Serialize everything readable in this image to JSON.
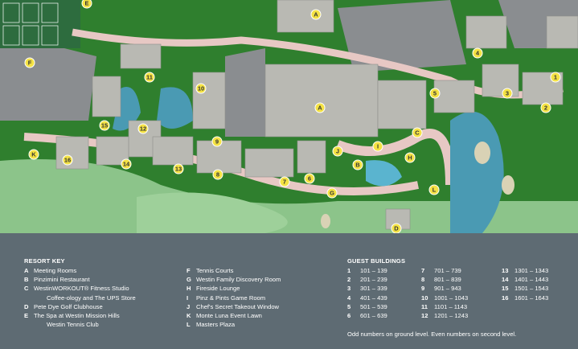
{
  "colors": {
    "lawn": "#2f7f2e",
    "golf_green": "#8cc48a",
    "path": "#e7c8c4",
    "parking": "#8a8d90",
    "building_roof": "#b9b9b3",
    "water": "#4a9ab3",
    "tennis": "#2d6c3e",
    "marker": "#f4e244",
    "key_panel": "#5e6b73"
  },
  "map": {
    "markers": [
      {
        "id": "A",
        "label": "A"
      },
      {
        "id": "A2",
        "label": "A"
      },
      {
        "id": "B",
        "label": "B"
      },
      {
        "id": "C",
        "label": "C"
      },
      {
        "id": "D",
        "label": "D"
      },
      {
        "id": "E",
        "label": "E"
      },
      {
        "id": "F",
        "label": "F"
      },
      {
        "id": "G",
        "label": "G"
      },
      {
        "id": "H",
        "label": "H"
      },
      {
        "id": "I",
        "label": "I"
      },
      {
        "id": "J",
        "label": "J"
      },
      {
        "id": "K",
        "label": "K"
      },
      {
        "id": "L",
        "label": "L"
      },
      {
        "id": "b1",
        "label": "1"
      },
      {
        "id": "b2",
        "label": "2"
      },
      {
        "id": "b3",
        "label": "3"
      },
      {
        "id": "b4",
        "label": "4"
      },
      {
        "id": "b5",
        "label": "5"
      },
      {
        "id": "b6",
        "label": "6"
      },
      {
        "id": "b7",
        "label": "7"
      },
      {
        "id": "b8",
        "label": "8"
      },
      {
        "id": "b9",
        "label": "9"
      },
      {
        "id": "b10",
        "label": "10"
      },
      {
        "id": "b11",
        "label": "11"
      },
      {
        "id": "b12",
        "label": "12"
      },
      {
        "id": "b13",
        "label": "13"
      },
      {
        "id": "b14",
        "label": "14"
      },
      {
        "id": "b15",
        "label": "15"
      },
      {
        "id": "b16",
        "label": "16"
      }
    ]
  },
  "legend": {
    "resort_key_title": "RESORT KEY",
    "resort_key": [
      {
        "key": "A",
        "label": "Meeting Rooms"
      },
      {
        "key": "B",
        "label": "Pinzimini Restaurant"
      },
      {
        "key": "C",
        "label": "WestinWORKOUT® Fitness Studio"
      },
      {
        "key": "",
        "label": "Coffee-ology and The UPS Store"
      },
      {
        "key": "D",
        "label": "Pete Dye Golf Clubhouse"
      },
      {
        "key": "E",
        "label": "The Spa at Westin Mission Hills"
      },
      {
        "key": "",
        "label": "Westin Tennis Club"
      }
    ],
    "resort_key_2": [
      {
        "key": "F",
        "label": "Tennis Courts"
      },
      {
        "key": "G",
        "label": "Westin Family Discovery Room"
      },
      {
        "key": "H",
        "label": "Fireside Lounge"
      },
      {
        "key": "I",
        "label": "Pinz & Pints Game Room"
      },
      {
        "key": "J",
        "label": "Chef's Secret Takeout Window"
      },
      {
        "key": "K",
        "label": "Monte Luna Event Lawn"
      },
      {
        "key": "L",
        "label": "Masters  Plaza"
      }
    ],
    "guest_title": "GUEST BUILDINGS",
    "guest_buildings": [
      {
        "num": "1",
        "range": "101 – 139"
      },
      {
        "num": "2",
        "range": "201 – 239"
      },
      {
        "num": "3",
        "range": "301 – 339"
      },
      {
        "num": "4",
        "range": "401 – 439"
      },
      {
        "num": "5",
        "range": "501 – 539"
      },
      {
        "num": "6",
        "range": "601 – 639"
      },
      {
        "num": "7",
        "range": "701 – 739"
      },
      {
        "num": "8",
        "range": "801 – 839"
      },
      {
        "num": "9",
        "range": "901 – 943"
      },
      {
        "num": "10",
        "range": "1001 – 1043"
      },
      {
        "num": "11",
        "range": "1101 – 1143"
      },
      {
        "num": "12",
        "range": "1201 – 1243"
      },
      {
        "num": "13",
        "range": "1301 – 1343"
      },
      {
        "num": "14",
        "range": "1401 – 1443"
      },
      {
        "num": "15",
        "range": "1501 – 1543"
      },
      {
        "num": "16",
        "range": "1601 – 1643"
      }
    ],
    "note": "Odd numbers on ground level. Even numbers on second level."
  }
}
